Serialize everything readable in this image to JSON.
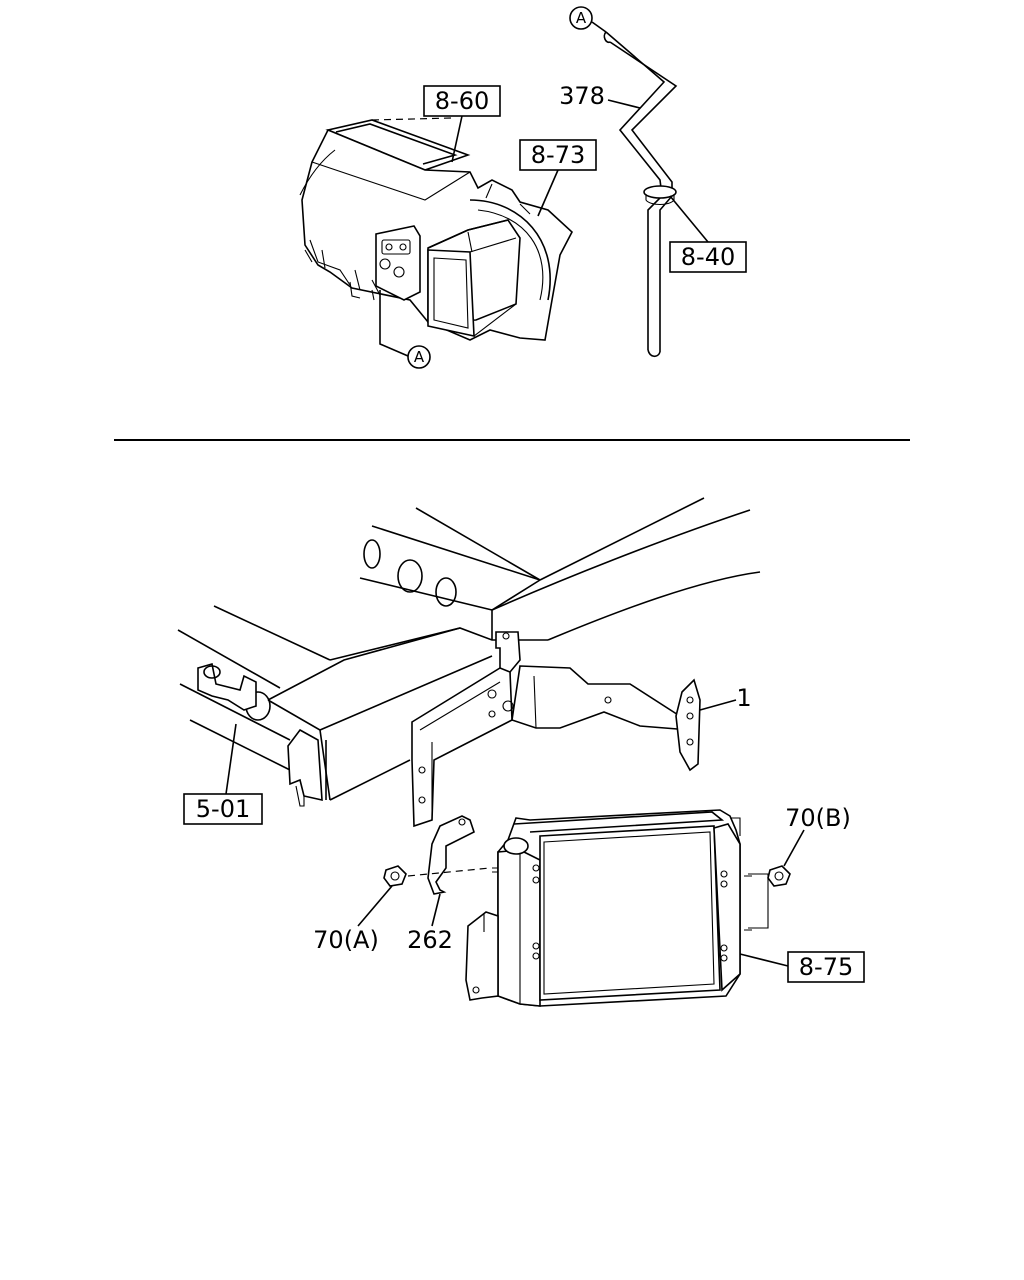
{
  "top_section": {
    "circle_ref_top": "A",
    "circle_ref_bottom": "A",
    "hose_label": "378",
    "ref_heater_unit": "8-60",
    "ref_blower": "8-73",
    "ref_hose_clamp": "8-40"
  },
  "bottom_section": {
    "bracket_label": "1",
    "ref_frame": "5-01",
    "nut_b_label": "70(B)",
    "nut_a_label": "70(A)",
    "clip_label": "262",
    "ref_condenser": "8-75"
  }
}
